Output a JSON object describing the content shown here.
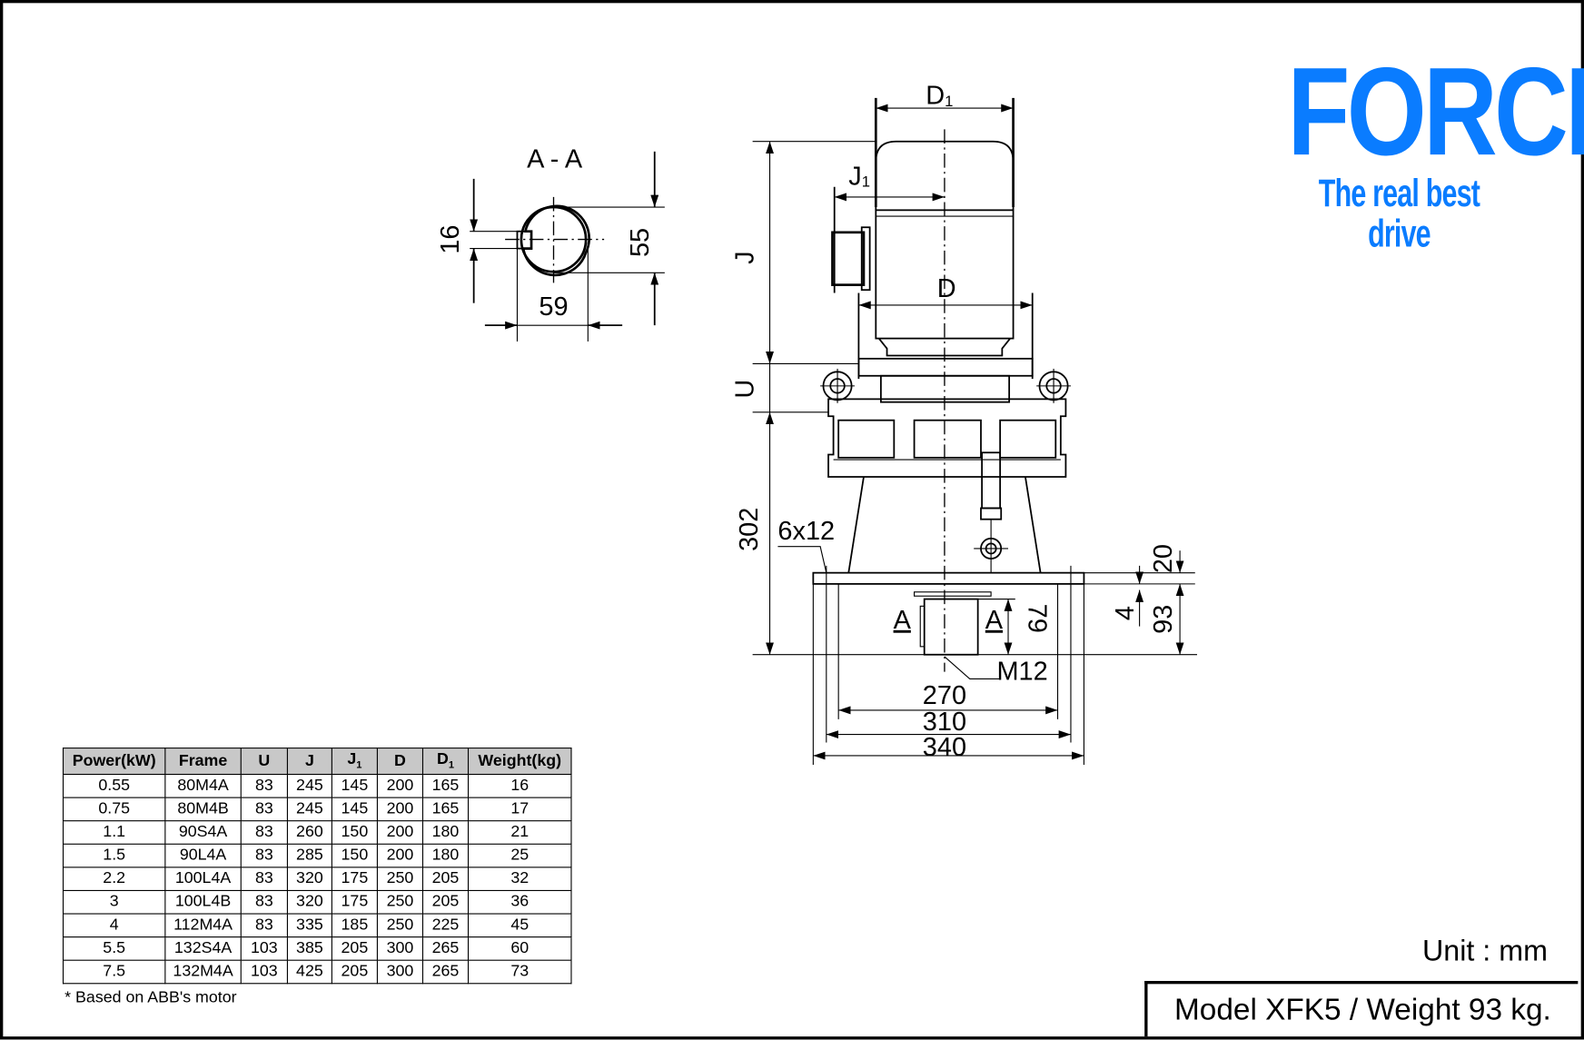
{
  "logo": {
    "brand": "FORCE",
    "tagline": "The real best drive",
    "color": "#0a7cff"
  },
  "section": {
    "title": "A - A",
    "dim_keyway": "16",
    "dim_height": "55",
    "dim_width": "59"
  },
  "drawing": {
    "d1": "D",
    "d1_sub": "1",
    "j1": "J",
    "j1_sub": "1",
    "d": "D",
    "j": "J",
    "u": "U",
    "dim_302": "302",
    "bolt": "6x12",
    "dim_20": "20",
    "dim_4": "4",
    "dim_93": "93",
    "dim_79": "79",
    "section_mark_left": "A",
    "section_mark_right": "A",
    "thread": "M12",
    "dim_270": "270",
    "dim_310": "310",
    "dim_340": "340"
  },
  "table": {
    "headers": [
      "Power(kW)",
      "Frame",
      "U",
      "J",
      "J1",
      "D",
      "D1",
      "Weight(kg)"
    ],
    "rows": [
      [
        "0.55",
        "80M4A",
        "83",
        "245",
        "145",
        "200",
        "165",
        "16"
      ],
      [
        "0.75",
        "80M4B",
        "83",
        "245",
        "145",
        "200",
        "165",
        "17"
      ],
      [
        "1.1",
        "90S4A",
        "83",
        "260",
        "150",
        "200",
        "180",
        "21"
      ],
      [
        "1.5",
        "90L4A",
        "83",
        "285",
        "150",
        "200",
        "180",
        "25"
      ],
      [
        "2.2",
        "100L4A",
        "83",
        "320",
        "175",
        "250",
        "205",
        "32"
      ],
      [
        "3",
        "100L4B",
        "83",
        "320",
        "175",
        "250",
        "205",
        "36"
      ],
      [
        "4",
        "112M4A",
        "83",
        "335",
        "185",
        "250",
        "225",
        "45"
      ],
      [
        "5.5",
        "132S4A",
        "103",
        "385",
        "205",
        "300",
        "265",
        "60"
      ],
      [
        "7.5",
        "132M4A",
        "103",
        "425",
        "205",
        "300",
        "265",
        "73"
      ]
    ],
    "note": "* Based on ABB's motor"
  },
  "unit": "Unit : mm",
  "model": "Model XFK5 / Weight 93 kg."
}
